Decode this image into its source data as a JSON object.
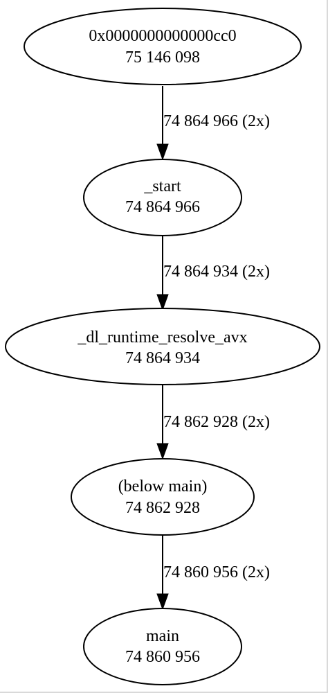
{
  "graph": {
    "nodes": [
      {
        "name": "0x0000000000000cc0",
        "value": "75 146 098"
      },
      {
        "name": "_start",
        "value": "74 864 966"
      },
      {
        "name": "_dl_runtime_resolve_avx",
        "value": "74 864 934"
      },
      {
        "name": "(below main)",
        "value": "74 862 928"
      },
      {
        "name": "main",
        "value": "74 860 956"
      }
    ],
    "edges": [
      {
        "from": 0,
        "to": 1,
        "label": "74 864 966 (2x)"
      },
      {
        "from": 1,
        "to": 2,
        "label": "74 864 934 (2x)"
      },
      {
        "from": 2,
        "to": 3,
        "label": "74 862 928 (2x)"
      },
      {
        "from": 3,
        "to": 4,
        "label": "74 860 956 (2x)"
      }
    ]
  }
}
